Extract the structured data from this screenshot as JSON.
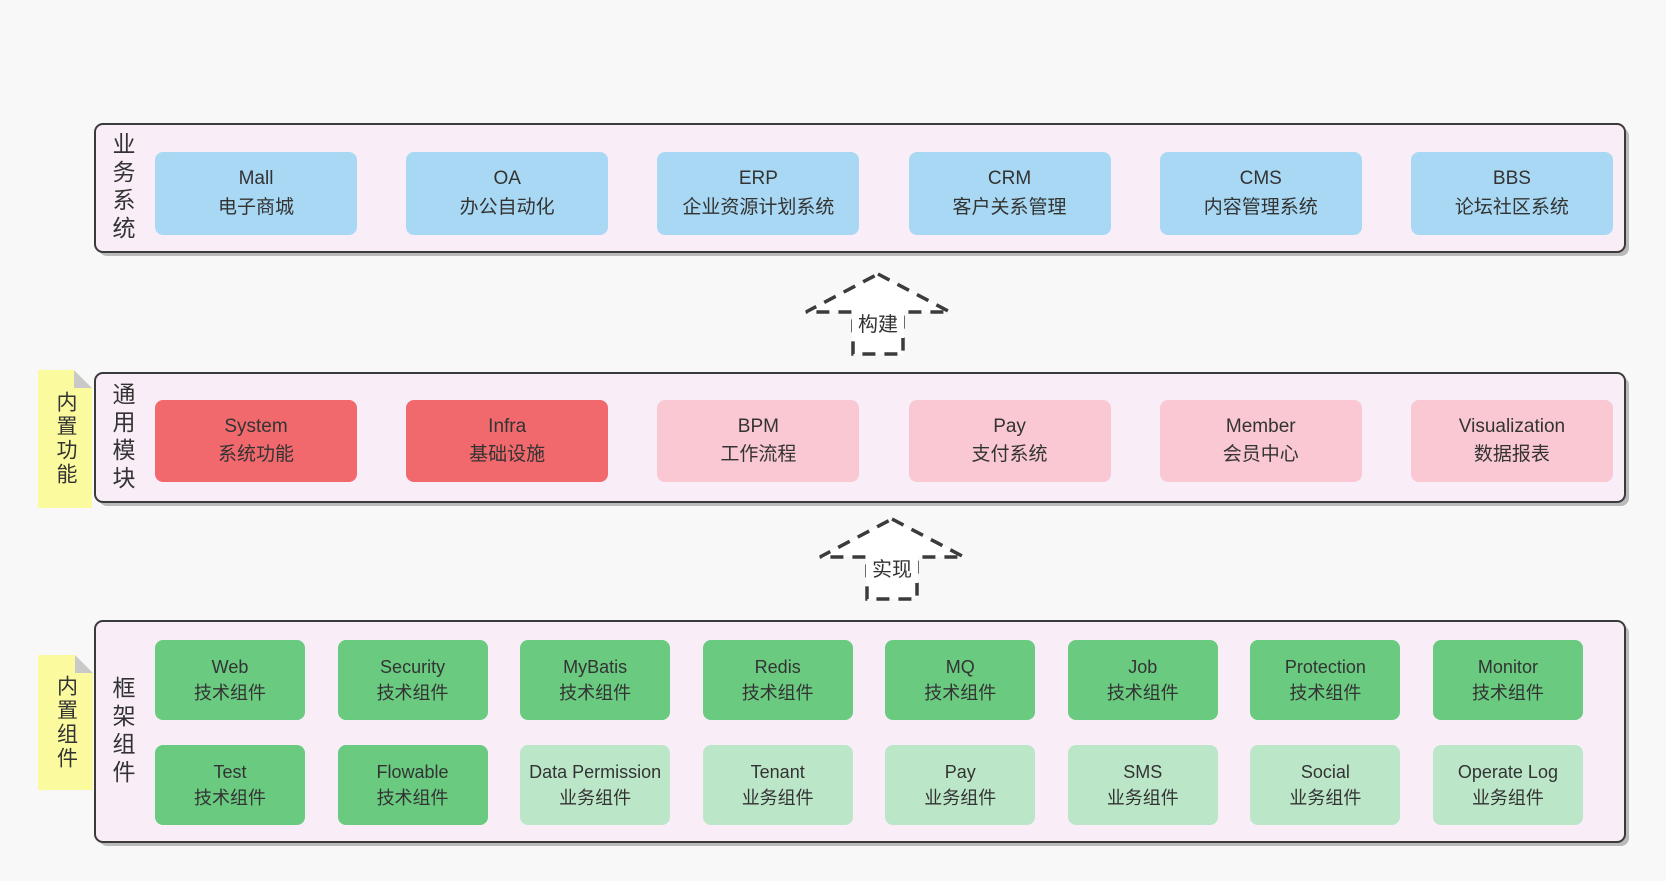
{
  "colors": {
    "page_bg": "#f8f8f8",
    "container_bg": "#f9eef8",
    "container_border": "#3b3b3b",
    "node_blue": "#a8d8f3",
    "node_red": "#f1696d",
    "node_pink": "#f9c8d3",
    "node_green": "#69ca80",
    "node_green_light": "#bce6c8",
    "sticky_yellow": "#fbfa9f",
    "sticky_fold_gray": "#c9c9c9",
    "text": "#333333"
  },
  "sections": {
    "business": {
      "label": "业务系统",
      "items": [
        {
          "name": "Mall",
          "desc": "电子商城"
        },
        {
          "name": "OA",
          "desc": "办公自动化"
        },
        {
          "name": "ERP",
          "desc": "企业资源计划系统"
        },
        {
          "name": "CRM",
          "desc": "客户关系管理"
        },
        {
          "name": "CMS",
          "desc": "内容管理系统"
        },
        {
          "name": "BBS",
          "desc": "论坛社区系统"
        }
      ]
    },
    "arrow_build": {
      "label": "构建"
    },
    "modules": {
      "sticky": "内置功能",
      "label": "通用模块",
      "items": [
        {
          "name": "System",
          "desc": "系统功能",
          "variant": "red"
        },
        {
          "name": "Infra",
          "desc": "基础设施",
          "variant": "red"
        },
        {
          "name": "BPM",
          "desc": "工作流程",
          "variant": "pink"
        },
        {
          "name": "Pay",
          "desc": "支付系统",
          "variant": "pink"
        },
        {
          "name": "Member",
          "desc": "会员中心",
          "variant": "pink"
        },
        {
          "name": "Visualization",
          "desc": "数据报表",
          "variant": "pink"
        }
      ]
    },
    "arrow_implement": {
      "label": "实现"
    },
    "components": {
      "sticky": "内置组件",
      "label": "框架组件",
      "row1": [
        {
          "name": "Web",
          "desc": "技术组件",
          "variant": "green"
        },
        {
          "name": "Security",
          "desc": "技术组件",
          "variant": "green"
        },
        {
          "name": "MyBatis",
          "desc": "技术组件",
          "variant": "green"
        },
        {
          "name": "Redis",
          "desc": "技术组件",
          "variant": "green"
        },
        {
          "name": "MQ",
          "desc": "技术组件",
          "variant": "green"
        },
        {
          "name": "Job",
          "desc": "技术组件",
          "variant": "green"
        },
        {
          "name": "Protection",
          "desc": "技术组件",
          "variant": "green"
        },
        {
          "name": "Monitor",
          "desc": "技术组件",
          "variant": "green"
        }
      ],
      "row2": [
        {
          "name": "Test",
          "desc": "技术组件",
          "variant": "green"
        },
        {
          "name": "Flowable",
          "desc": "技术组件",
          "variant": "green"
        },
        {
          "name": "Data Permission",
          "desc": "业务组件",
          "variant": "green-light"
        },
        {
          "name": "Tenant",
          "desc": "业务组件",
          "variant": "green-light"
        },
        {
          "name": "Pay",
          "desc": "业务组件",
          "variant": "green-light"
        },
        {
          "name": "SMS",
          "desc": "业务组件",
          "variant": "green-light"
        },
        {
          "name": "Social",
          "desc": "业务组件",
          "variant": "green-light"
        },
        {
          "name": "Operate Log",
          "desc": "业务组件",
          "variant": "green-light"
        }
      ]
    }
  }
}
